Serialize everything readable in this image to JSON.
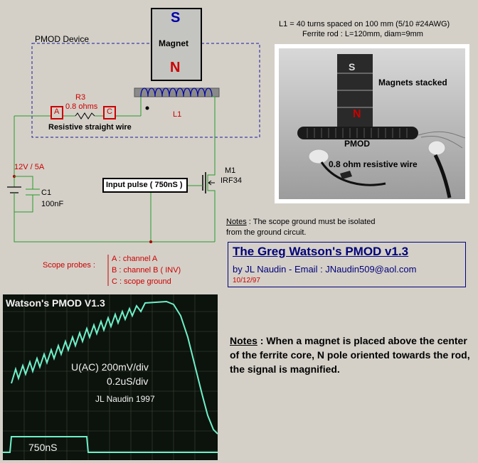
{
  "schematic": {
    "device_label": "PMOD Device",
    "magnet": {
      "top_pole": "S",
      "label": "Magnet",
      "bottom_pole": "N"
    },
    "resistor": {
      "name": "R3",
      "value": "0.8 ohms"
    },
    "node_a": "A",
    "node_c": "C",
    "wire_label": "Resistive straight wire",
    "coil_label": "L1",
    "supply_label": "12V / 5A",
    "capacitor": {
      "name": "C1",
      "value": "100nF"
    },
    "input_pulse": {
      "prefix": "Input pulse ( ",
      "value": "750nS",
      "suffix": " )"
    },
    "mosfet": {
      "name": "M1",
      "part": "IRF34"
    }
  },
  "specs": {
    "line1": "L1 = 40 turns spaced on 100 mm (5/10 #24AWG)",
    "line2": "Ferrite rod : L=120mm, diam=9mm"
  },
  "photo": {
    "magnet_s": "S",
    "magnet_n": "N",
    "label_magnets": "Magnets stacked",
    "label_pmod": "PMOD",
    "label_wire": "0.8 ohm resistive wire"
  },
  "notes_top": {
    "heading": "Notes",
    "line1": " : The scope ground must be isolated",
    "line2": "from the ground circuit."
  },
  "title_box": {
    "title": "The Greg Watson's PMOD v1.3",
    "byline": "by JL Naudin - Email :   JNaudin509@aol.com",
    "date": "10/12/97"
  },
  "probes": {
    "label": "Scope probes :",
    "items": [
      "A : channel A",
      "B : channel B ( INV)",
      "C : scope ground"
    ]
  },
  "scope": {
    "title": "Watson's PMOD V1.3",
    "scale": "U(AC)  200mV/div",
    "time": "0.2uS/div",
    "credit": "JL Naudin 1997",
    "pulse": "750nS"
  },
  "notes_bottom": {
    "heading": "Notes",
    "text": " : When a magnet is placed above the center of the ferrite core, N pole oriented towards the rod, the signal is magnified."
  },
  "colors": {
    "background": "#d4d0c8",
    "wire_green": "#2a9a2a",
    "label_red": "#cc0000",
    "coil_blue": "#0000aa",
    "trace": "#6ef0c8",
    "title_blue": "#00007a"
  }
}
